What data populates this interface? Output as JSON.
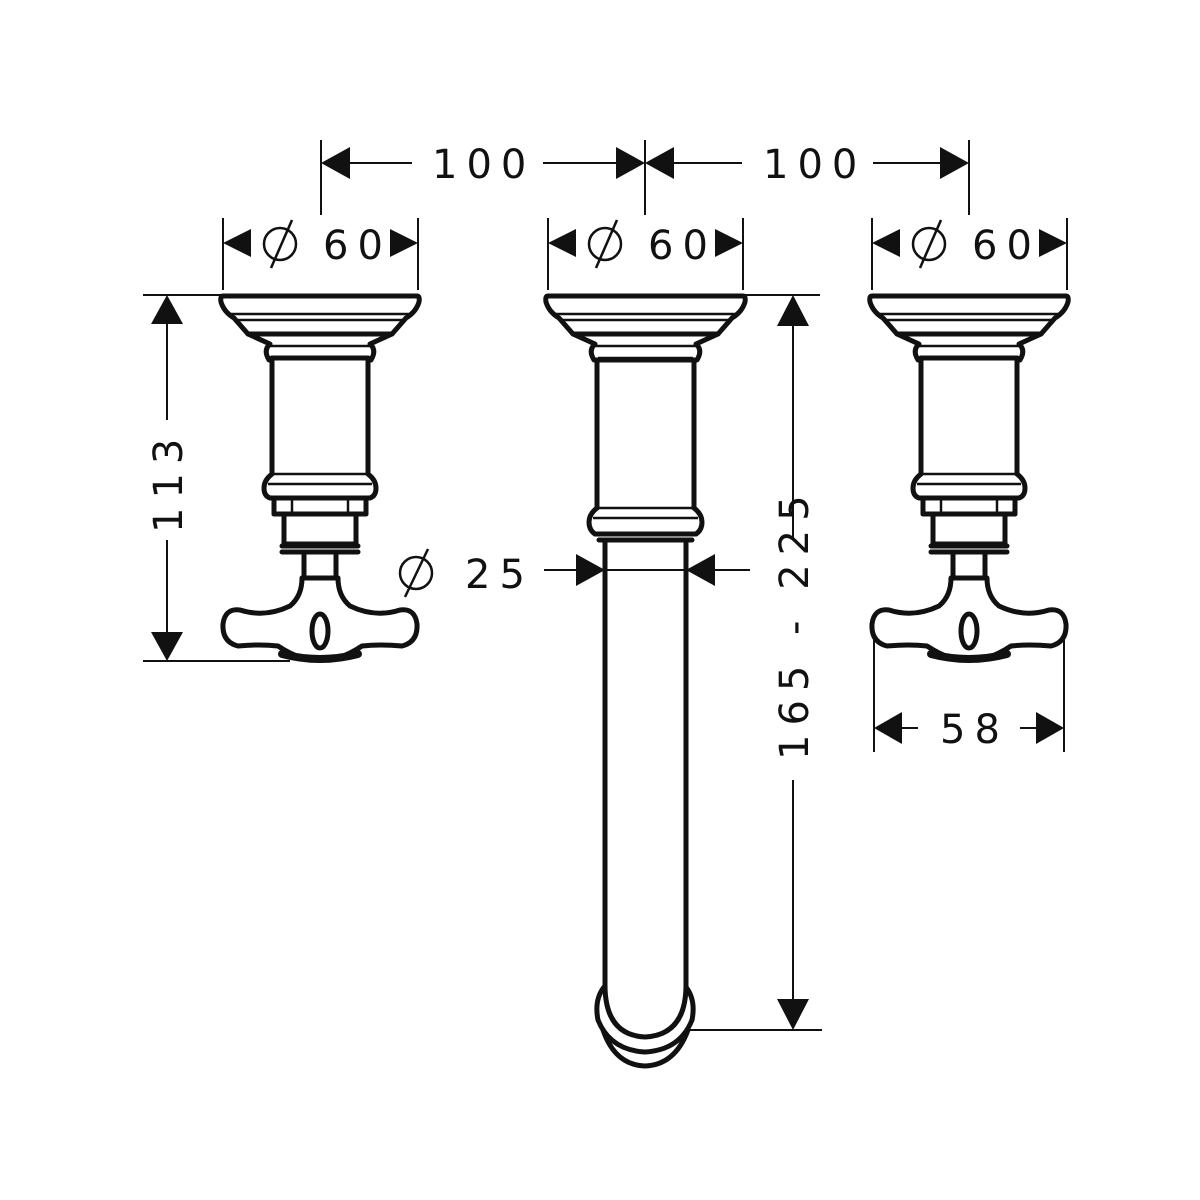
{
  "drawing": {
    "title": "Three-hole wall-mounted basin mixer – dimension drawing",
    "units": "mm",
    "colors": {
      "line": "#111111",
      "background": "#ffffff"
    }
  },
  "dimensions": {
    "spacing_left": {
      "label": "100",
      "value": 100
    },
    "spacing_right": {
      "label": "100",
      "value": 100
    },
    "rosette_left": {
      "symbol": "Ø",
      "label": "60",
      "value": 60
    },
    "rosette_center": {
      "symbol": "Ø",
      "label": "60",
      "value": 60
    },
    "rosette_right": {
      "symbol": "Ø",
      "label": "60",
      "value": 60
    },
    "handle_height": {
      "label": "113",
      "value": 113
    },
    "spout_diameter": {
      "symbol": "Ø",
      "label": "25",
      "value": 25
    },
    "spout_projection": {
      "label": "165 - 225",
      "min": 165,
      "max": 225
    },
    "handle_width": {
      "label": "58",
      "value": 58
    }
  },
  "components": [
    {
      "id": "left-handle",
      "type": "cross-handle valve"
    },
    {
      "id": "center-spout",
      "type": "wall spout"
    },
    {
      "id": "right-handle",
      "type": "cross-handle valve"
    }
  ]
}
